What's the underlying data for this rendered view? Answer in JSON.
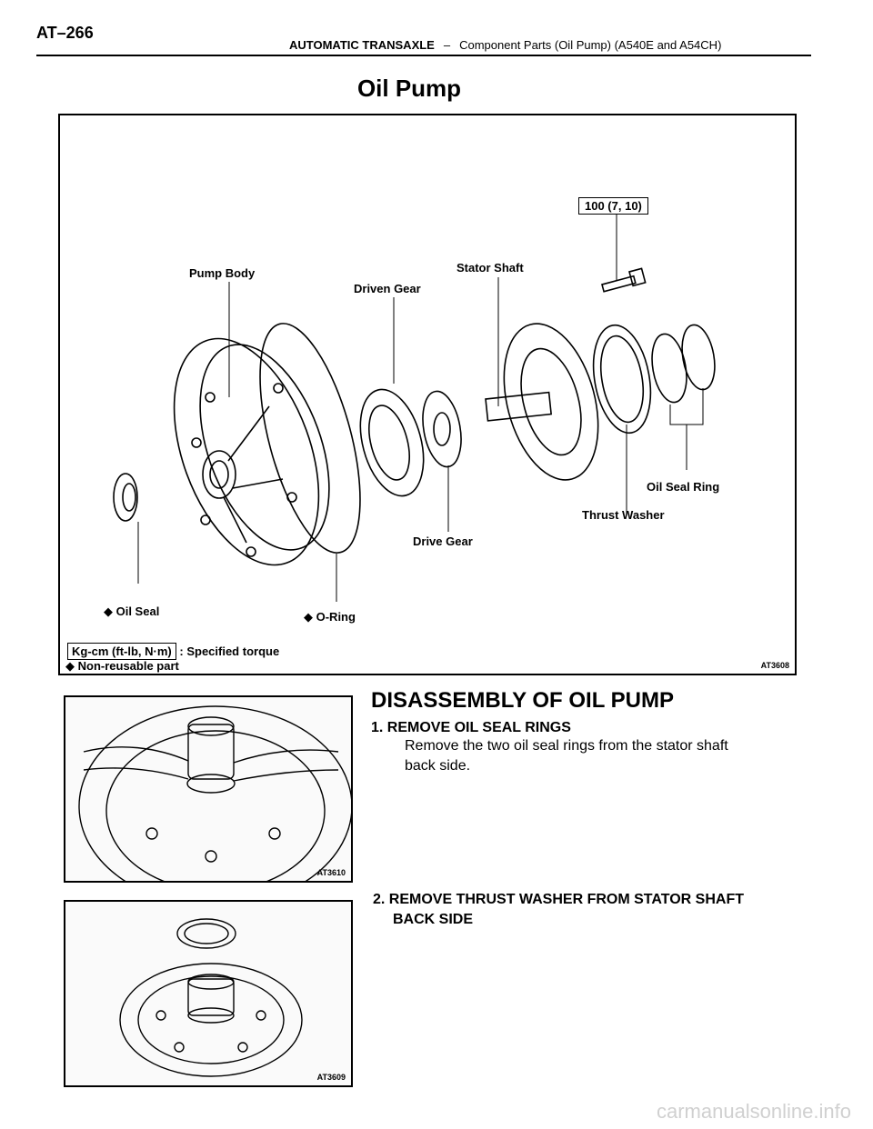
{
  "page": {
    "number": "AT–266",
    "header_section": "AUTOMATIC TRANSAXLE",
    "header_separator": "–",
    "header_subtitle": "Component Parts (Oil Pump) (A540E and A54CH)",
    "title": "Oil Pump"
  },
  "diagram": {
    "torque_value": "100 (7, 10)",
    "labels": {
      "pump_body": "Pump Body",
      "driven_gear": "Driven Gear",
      "stator_shaft": "Stator Shaft",
      "oil_seal_ring": "Oil Seal Ring",
      "thrust_washer": "Thrust Washer",
      "drive_gear": "Drive Gear",
      "oil_seal": "◆ Oil Seal",
      "o_ring": "◆ O-Ring"
    },
    "legend": {
      "unit_box": "Kg-cm (ft-lb, N·m)",
      "unit_text": ": Specified torque",
      "non_reusable": "◆ Non-reusable part"
    },
    "figure_code": "AT3608"
  },
  "section": {
    "title": "DISASSEMBLY OF OIL PUMP",
    "steps": [
      {
        "heading": "1. REMOVE OIL SEAL RINGS",
        "text_line1": "Remove the two oil seal rings from the stator shaft",
        "text_line2": "back side.",
        "figure_code": "AT3610"
      },
      {
        "heading_line1": "2. REMOVE THRUST WASHER FROM STATOR SHAFT",
        "heading_line2": "BACK SIDE",
        "figure_code": "AT3609"
      }
    ]
  },
  "watermark": "carmanualsonline.info"
}
